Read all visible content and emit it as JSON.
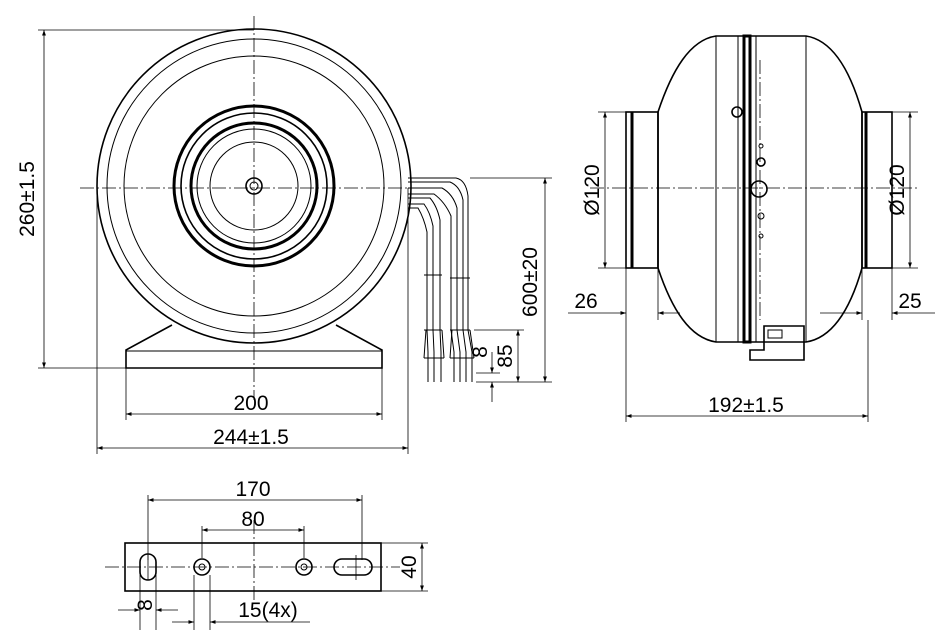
{
  "dimensions": {
    "height_main": "260±1.5",
    "base_width": "200",
    "total_width": "244±1.5",
    "cable_length": "600±20",
    "strip_short": "8",
    "strip_long": "85",
    "inlet_left": "Ø120",
    "inlet_right": "Ø120",
    "collar_left": "26",
    "collar_right": "25",
    "side_length": "192±1.5",
    "bracket_outer": "170",
    "bracket_inner": "80",
    "bracket_height": "40",
    "bracket_hole_offset": "8",
    "bracket_holes": "15(4x)"
  },
  "colors": {
    "line": "#000000",
    "background": "#ffffff"
  }
}
